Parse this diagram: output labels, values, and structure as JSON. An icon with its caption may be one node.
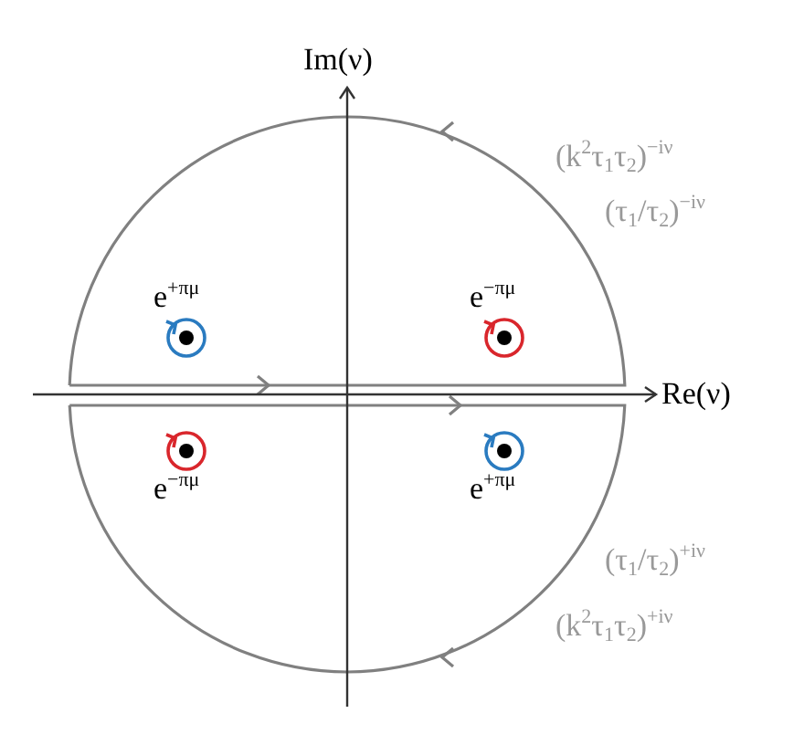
{
  "diagram": {
    "labels": [
      "Im(ν)",
      "(k$^{2}$τ$_{1}$τ$_{2}$)$^{−iν}$",
      "(τ$_{1}$/τ$_{2}$)$^{−iν}$",
      "e$^{+πμ}$",
      "e$^{−πμ}$",
      "Re(ν)",
      "e$^{−πμ}$",
      "e$^{+πμ}$",
      "(τ$_{1}$/τ$_{2}$)$^{+iν}$",
      "(k$^{2}$τ$_{1}$τ$_{2}$)$^{+iν}$"
    ]
  }
}
